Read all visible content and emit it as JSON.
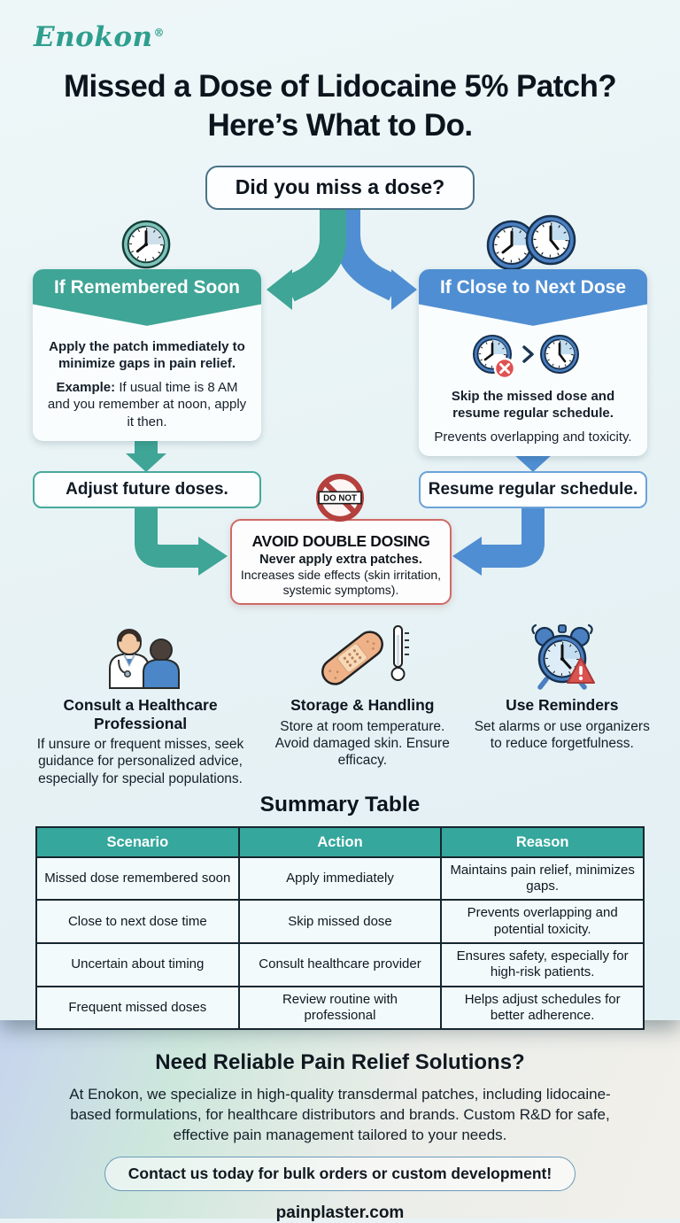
{
  "brand": {
    "name": "Enokon",
    "reg": "®"
  },
  "title": "Missed a Dose of Lidocaine 5% Patch? Here’s What to Do.",
  "flow": {
    "question": "Did you miss a dose?",
    "left": {
      "header": "If Remembered Soon",
      "body_bold": "Apply the patch immediately to minimize gaps in pain relief.",
      "example_label": "Example:",
      "example_text": " If usual time is 8 AM and you remember at noon, apply it then.",
      "next": "Adjust future doses."
    },
    "right": {
      "header": "If Close to Next Dose",
      "body_bold": "Skip the missed dose and resume regular schedule.",
      "body_text": "Prevents overlapping and toxicity.",
      "next": "Resume regular schedule."
    },
    "avoid": {
      "badge": "DO NOT",
      "title": "AVOID DOUBLE DOSING",
      "bold": "Never apply extra patches.",
      "text": "Increases side effects (skin irritation, systemic symptoms)."
    }
  },
  "tips": [
    {
      "icon": "doctor-patient-icon",
      "title": "Consult a Healthcare Professional",
      "text": "If unsure or frequent misses, seek guidance for personalized advice, especially for special populations."
    },
    {
      "icon": "bandage-thermometer-icon",
      "title": "Storage & Handling",
      "text": "Store at room temperature. Avoid damaged skin. Ensure efficacy."
    },
    {
      "icon": "alarm-clock-icon",
      "title": "Use Reminders",
      "text": "Set alarms or use organizers to reduce forgetfulness."
    }
  ],
  "table": {
    "title": "Summary Table",
    "headers": [
      "Scenario",
      "Action",
      "Reason"
    ],
    "rows": [
      [
        "Missed dose remembered soon",
        "Apply immediately",
        "Maintains pain relief, minimizes gaps."
      ],
      [
        "Close to next dose time",
        "Skip missed dose",
        "Prevents overlapping and potential toxicity."
      ],
      [
        "Uncertain about timing",
        "Consult healthcare provider",
        "Ensures safety, especially for high-risk patients."
      ],
      [
        "Frequent missed doses",
        "Review routine with professional",
        "Helps adjust schedules for better adherence."
      ]
    ]
  },
  "footer": {
    "heading": "Need Reliable Pain Relief Solutions?",
    "text": "At Enokon, we specialize in high-quality transdermal patches, including lidocaine-based formulations, for healthcare distributors and brands. Custom R&D for safe, effective pain management tailored to your needs.",
    "cta": "Contact us today for bulk orders or custom development!",
    "website": "painplaster.com"
  },
  "colors": {
    "teal": "#3fa596",
    "blue": "#4f8ed2",
    "warn_red": "#cf6a66",
    "table_header": "#35a79c",
    "brand_teal": "#2f9e8e",
    "background": "#e9f3f5"
  }
}
